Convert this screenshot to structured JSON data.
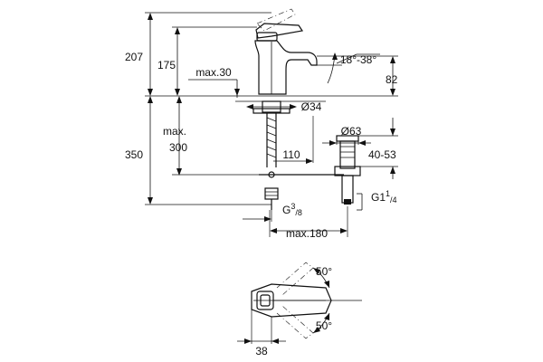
{
  "dimensions": {
    "total_height": "207",
    "spout_height": "175",
    "max_plate": "max.30",
    "spout_angle": "18°-38°",
    "spout_projection": "82",
    "hole_diameter": "Ø34",
    "waste_diameter": "Ø63",
    "max_rod_label": "max.",
    "max_rod_value": "300",
    "rod_offset": "110",
    "below_deck": "350",
    "waste_range": "40-53",
    "waste_thread_main": "G1",
    "waste_thread_num": "1",
    "waste_thread_den": "/4",
    "supply_thread_main": "G",
    "supply_thread_num": "3",
    "supply_thread_den": "/8",
    "max_supply": "max.180",
    "lever_angle_up": "50°",
    "lever_angle_down": "50°",
    "lever_width": "38"
  }
}
